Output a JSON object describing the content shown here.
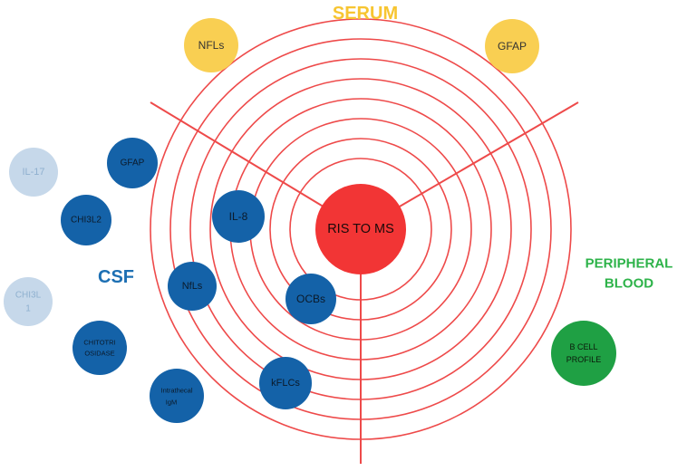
{
  "center": {
    "text": "RIS TO MS",
    "color": "#f23535"
  },
  "sections": {
    "serum": {
      "title": "SERUM",
      "color": "#f7c531"
    },
    "csf": {
      "title": "CSF",
      "color": "#1c6fb3"
    },
    "peripheral": {
      "title_line1": "PERIPHERAL",
      "title_line2": "BLOOD",
      "color": "#2eb34a"
    }
  },
  "nodes": {
    "serum_nfls": {
      "text": "NFLs",
      "color": "#f9cf52"
    },
    "serum_gfap": {
      "text": "GFAP",
      "color": "#f9cf52"
    },
    "csf_gfap": {
      "text": "GFAP",
      "color": "#1462a8"
    },
    "csf_il17": {
      "text": "IL-17",
      "color": "#c6d8ea"
    },
    "csf_chi3l2": {
      "text": "CHI3L2",
      "color": "#1462a8"
    },
    "csf_il8": {
      "text": "IL-8",
      "color": "#1462a8"
    },
    "csf_chi3l1": {
      "line1": "CHI3L",
      "line2": "1",
      "color": "#c6d8ea"
    },
    "csf_nfls": {
      "text": "NfLs",
      "color": "#1462a8"
    },
    "csf_ocbs": {
      "text": "OCBs",
      "color": "#1462a8"
    },
    "csf_chitotriosidase": {
      "line1": "CHITOTRI",
      "line2": "OSIDASE",
      "color": "#1462a8"
    },
    "csf_intrathecal_igm": {
      "line1": "Intrathecal",
      "line2": "IgM",
      "color": "#1462a8"
    },
    "csf_kflcs": {
      "text": "kFLCs",
      "color": "#1462a8"
    },
    "pb_bcell": {
      "line1": "B CELL",
      "line2": "PROFILE",
      "color": "#1fa044"
    }
  },
  "colors": {
    "rings": "#ee4a4a",
    "light_text": "#8fb0cf"
  }
}
